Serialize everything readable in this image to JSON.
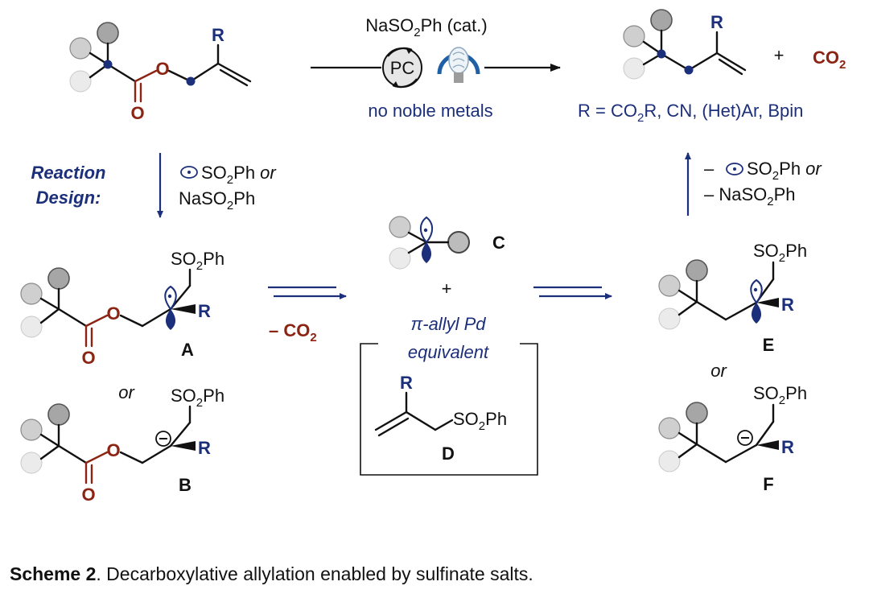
{
  "scheme": {
    "conditions_reagent_main": "NaSO",
    "conditions_reagent_sub": "2",
    "conditions_reagent_tail": "Ph (cat.)",
    "pc_label": "PC",
    "conditions_note": "no noble metals",
    "product_r": "R",
    "plus": "+",
    "co2_main": "CO",
    "co2_sub": "2",
    "r_def_a": "R = CO",
    "r_def_sub": "2",
    "r_def_b": "R, CN, (Het)Ar, Bpin",
    "design_line1": "Reaction",
    "design_line2": "Design:",
    "down_reagent_a": "SO",
    "down_reagent_sub": "2",
    "down_reagent_b": "Ph ",
    "down_reagent_or": "or",
    "down_reagent2_a": "NaSO",
    "down_reagent2_sub": "2",
    "down_reagent2_b": "Ph",
    "up_reagent_a": "– ",
    "up_reagent_b": "SO",
    "up_reagent_sub": "2",
    "up_reagent_c": "Ph ",
    "up_reagent_or": "or",
    "up_reagent2_a": "– NaSO",
    "up_reagent2_sub": "2",
    "up_reagent2_b": "Ph",
    "minus_co2_a": "– CO",
    "minus_co2_sub": "2",
    "or_left": "or",
    "or_right": "or",
    "equiv_line1": "π-allyl Pd",
    "equiv_line2": "equivalent",
    "label_a": "A",
    "label_b": "B",
    "label_c": "C",
    "label_d": "D",
    "label_e": "E",
    "label_f": "F",
    "r": "R",
    "o": "O",
    "so2ph_a": "SO",
    "so2ph_sub": "2",
    "so2ph_b": "Ph"
  },
  "caption": {
    "bold": "Scheme 2",
    "text": ". Decarboxylative allylation enabled by sulfinate salts."
  },
  "colors": {
    "accent_blue": "#1c2f7a",
    "ester_red": "#8c2414"
  }
}
